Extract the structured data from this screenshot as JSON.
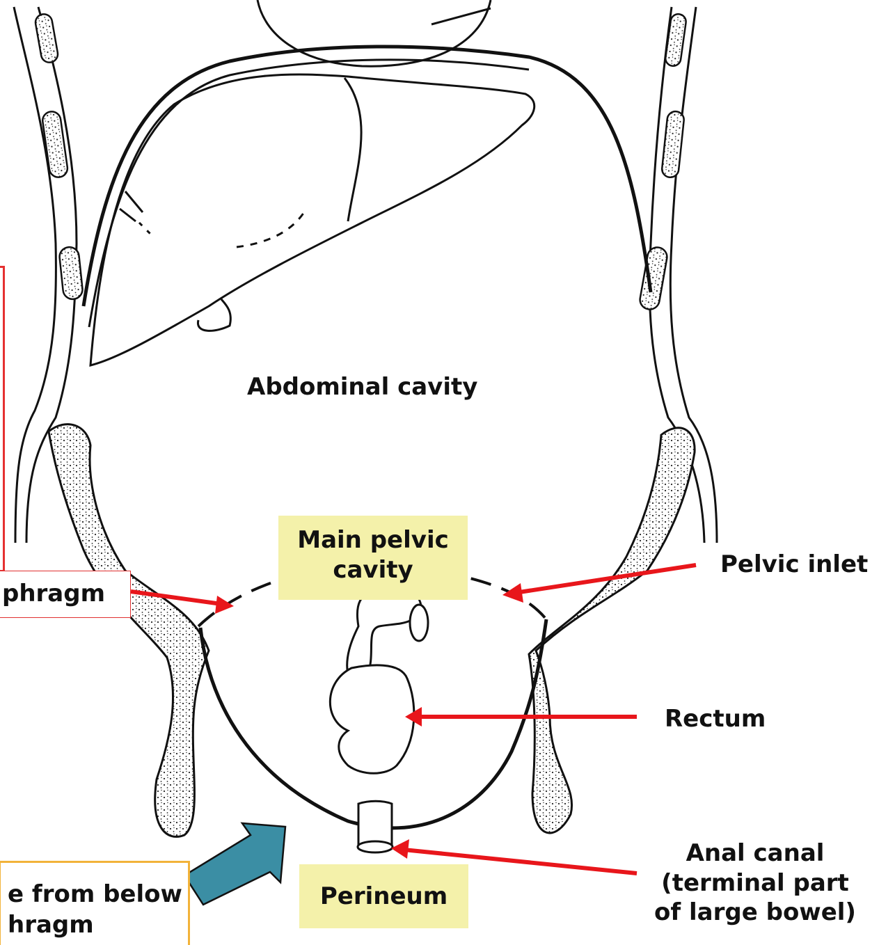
{
  "labels": {
    "abdominal_cavity": "Abdominal cavity",
    "pelvic_inlet": "Pelvic inlet",
    "main_pelvic_cavity_1": "Main pelvic",
    "main_pelvic_cavity_2": "cavity",
    "pelvic_diaphragm_partial": "phragm",
    "rectum": "Rectum",
    "anal_canal_1": "Anal canal",
    "anal_canal_2": "(terminal part",
    "anal_canal_3": "of large bowel)",
    "perineum": "Perineum",
    "view_from_below_1": "e from below",
    "view_from_below_2": "hragm"
  },
  "colors": {
    "arrow_red": "#e8161b",
    "label_box_yellow": "#f4f1aa",
    "big_arrow_teal": "#3b8ea4",
    "box_border_orange": "#f2b33a",
    "outline": "#111111"
  },
  "icons": [
    "big-teal-arrow-icon",
    "red-pointer-arrow-icon"
  ]
}
